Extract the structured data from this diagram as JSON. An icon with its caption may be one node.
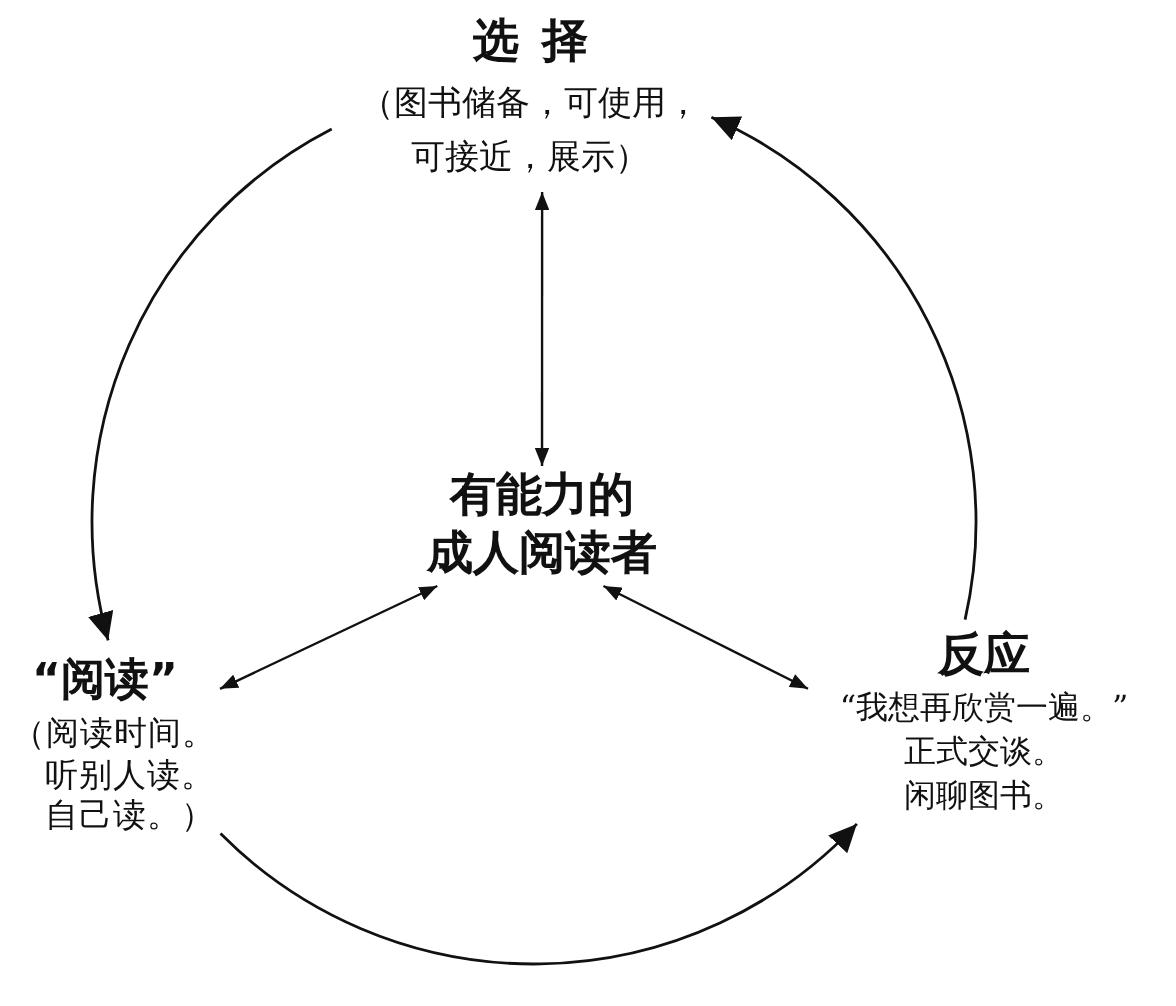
{
  "diagram": {
    "nodes": [
      {
        "text": [
          "选择",
          "（图书储备，可使用，可接近，展示）"
        ]
      },
      {
        "text": [
          "有能力的成人阅读者"
        ]
      },
      {
        "text": [
          "“阅读”",
          "（阅读时间。听别人读。自己读。）"
        ]
      },
      {
        "text": [
          "反应",
          "“我想再欣赏一遍。”正式交谈。闲聊图书。"
        ]
      }
    ],
    "edges": [
      {
        "from": 0,
        "to": 2,
        "arrow": "to"
      },
      {
        "from": 2,
        "to": 3,
        "arrow": "to"
      },
      {
        "from": 3,
        "to": 0,
        "arrow": "to"
      },
      {
        "from": 0,
        "to": 1,
        "arrow": "both"
      },
      {
        "from": 1,
        "to": 2,
        "arrow": "both"
      },
      {
        "from": 1,
        "to": 3,
        "arrow": "both"
      }
    ]
  }
}
